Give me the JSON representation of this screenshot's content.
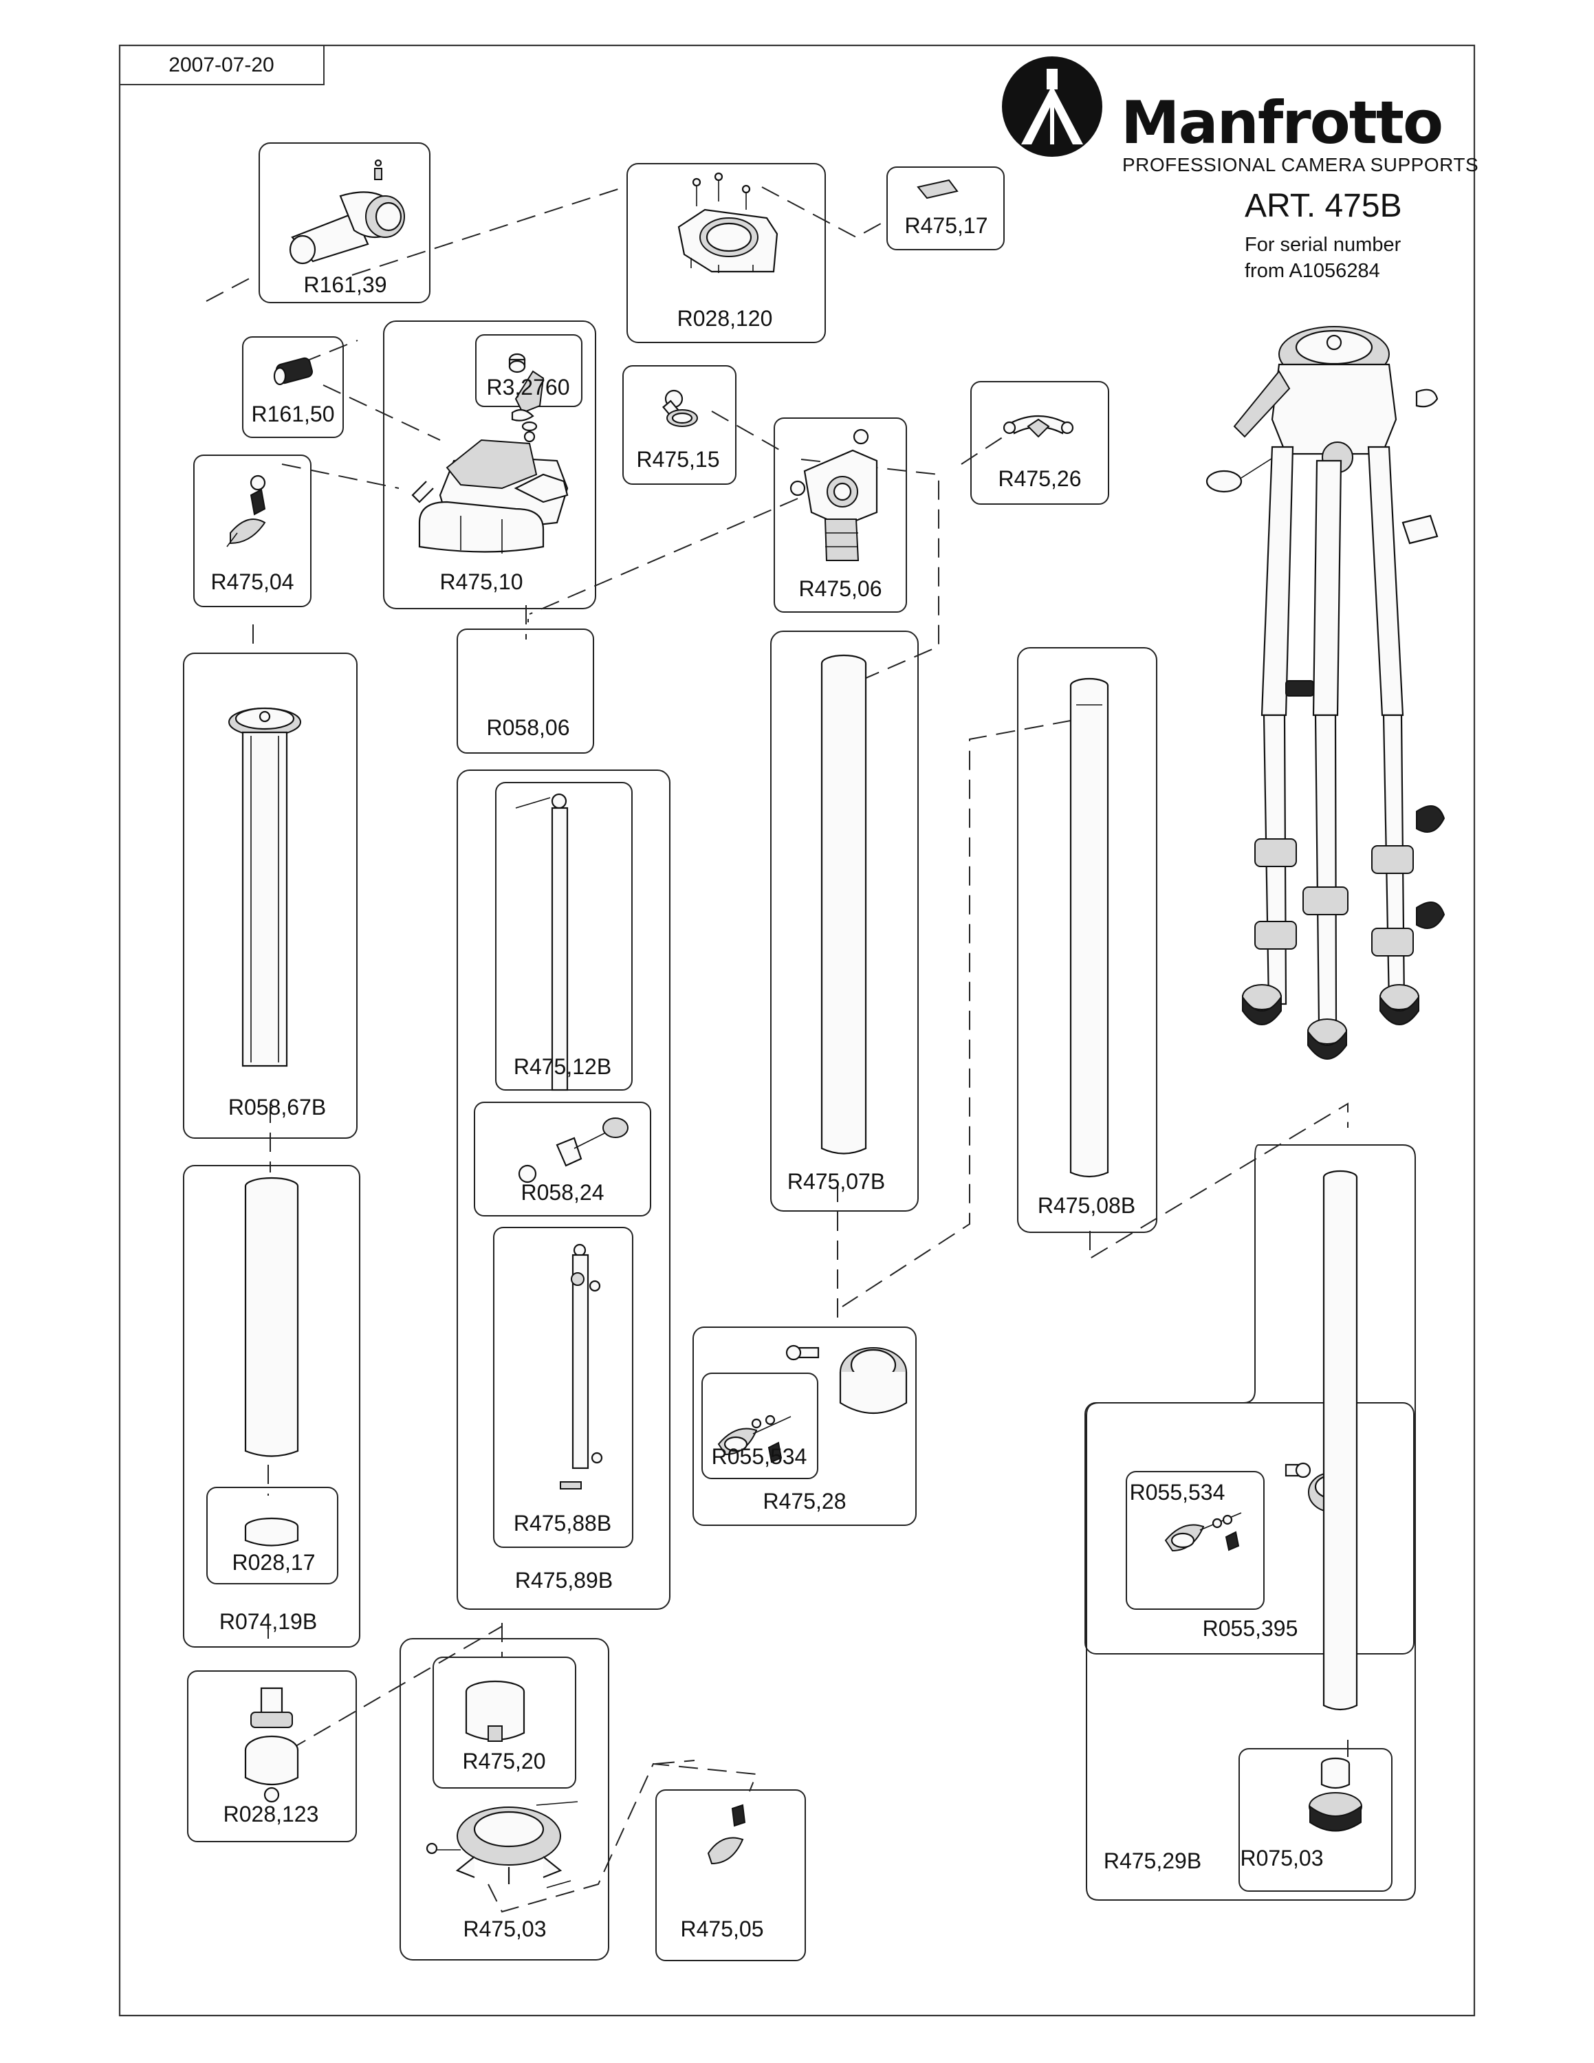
{
  "date": "2007-07-20",
  "brand": {
    "name": "Manfrotto",
    "tagline": "PROFESSIONAL CAMERA SUPPORTS"
  },
  "article": {
    "title": "ART. 475B",
    "serial_line1": "For serial number",
    "serial_line2": "from A1056284"
  },
  "parts": {
    "r161_39": "R161,39",
    "r028_120": "R028,120",
    "r475_17": "R475,17",
    "r161_50": "R161,50",
    "r3_2760": "R3,2760",
    "r475_15": "R475,15",
    "r475_26": "R475,26",
    "r475_04": "R475,04",
    "r475_10": "R475,10",
    "r475_06": "R475,06",
    "r058_06": "R058,06",
    "r058_67b": "R058,67B",
    "r475_12b": "R475,12B",
    "r058_24": "R058,24",
    "r475_07b": "R475,07B",
    "r475_08b": "R475,08B",
    "r055_534_a": "R055,534",
    "r475_28": "R475,28",
    "r475_88b": "R475,88B",
    "r475_89b": "R475,89B",
    "r028_17": "R028,17",
    "r074_19b": "R074,19B",
    "r055_534_b": "R055,534",
    "r055_395": "R055,395",
    "r475_20": "R475,20",
    "r028_123": "R028,123",
    "r475_03": "R475,03",
    "r475_05": "R475,05",
    "r475_29b": "R475,29B",
    "r075_03": "R075,03"
  }
}
